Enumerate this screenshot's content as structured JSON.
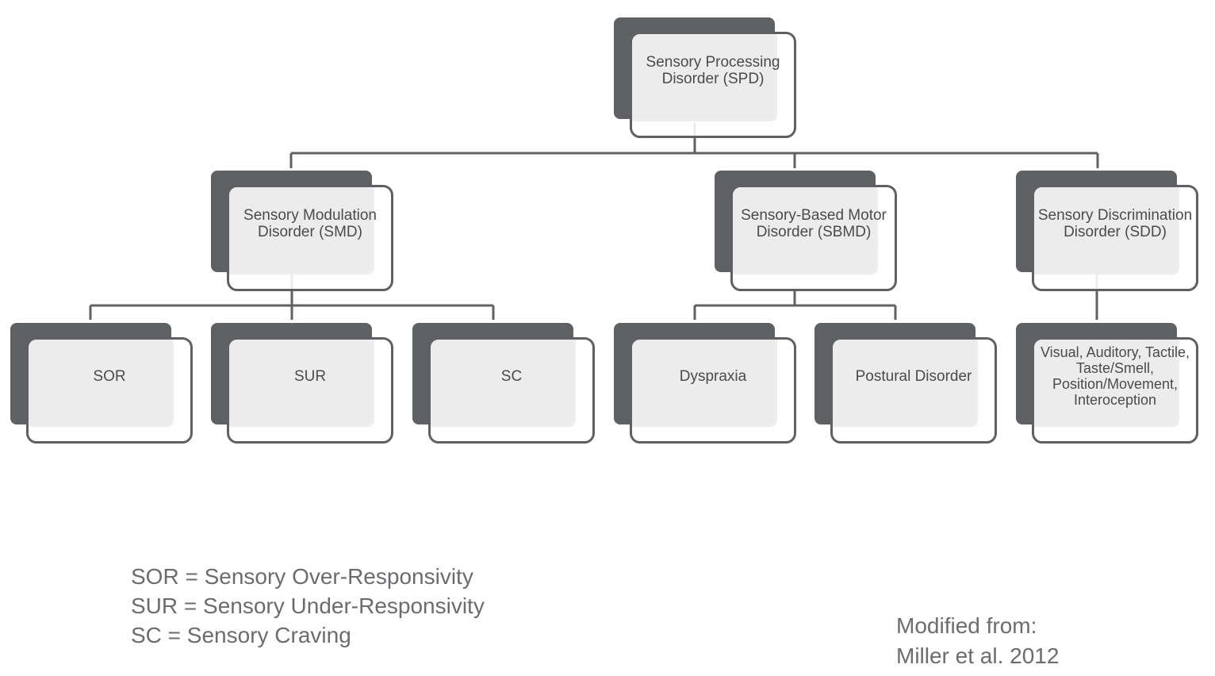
{
  "nodes": {
    "spd": "Sensory Processing Disorder (SPD)",
    "smd": "Sensory Modulation Disorder (SMD)",
    "sbmd": "Sensory-Based Motor Disorder (SBMD)",
    "sdd": "Sensory Discrimination Disorder (SDD)",
    "sor": "SOR",
    "sur": "SUR",
    "sc": "SC",
    "dyspraxia": "Dyspraxia",
    "postural": "Postural Disorder",
    "senses": "Visual, Auditory, Tactile, Taste/Smell, Position/Movement, Interoception"
  },
  "legend": [
    "SOR = Sensory Over-Responsivity",
    "SUR = Sensory Under-Responsivity",
    "SC = Sensory Craving"
  ],
  "credit": {
    "line1": "Modified from:",
    "line2": "Miller et al. 2012"
  },
  "colors": {
    "shadow": "#5f6063",
    "stroke": "#5f6063",
    "box_fill": "#ececec",
    "text": "#4a4b4e"
  }
}
